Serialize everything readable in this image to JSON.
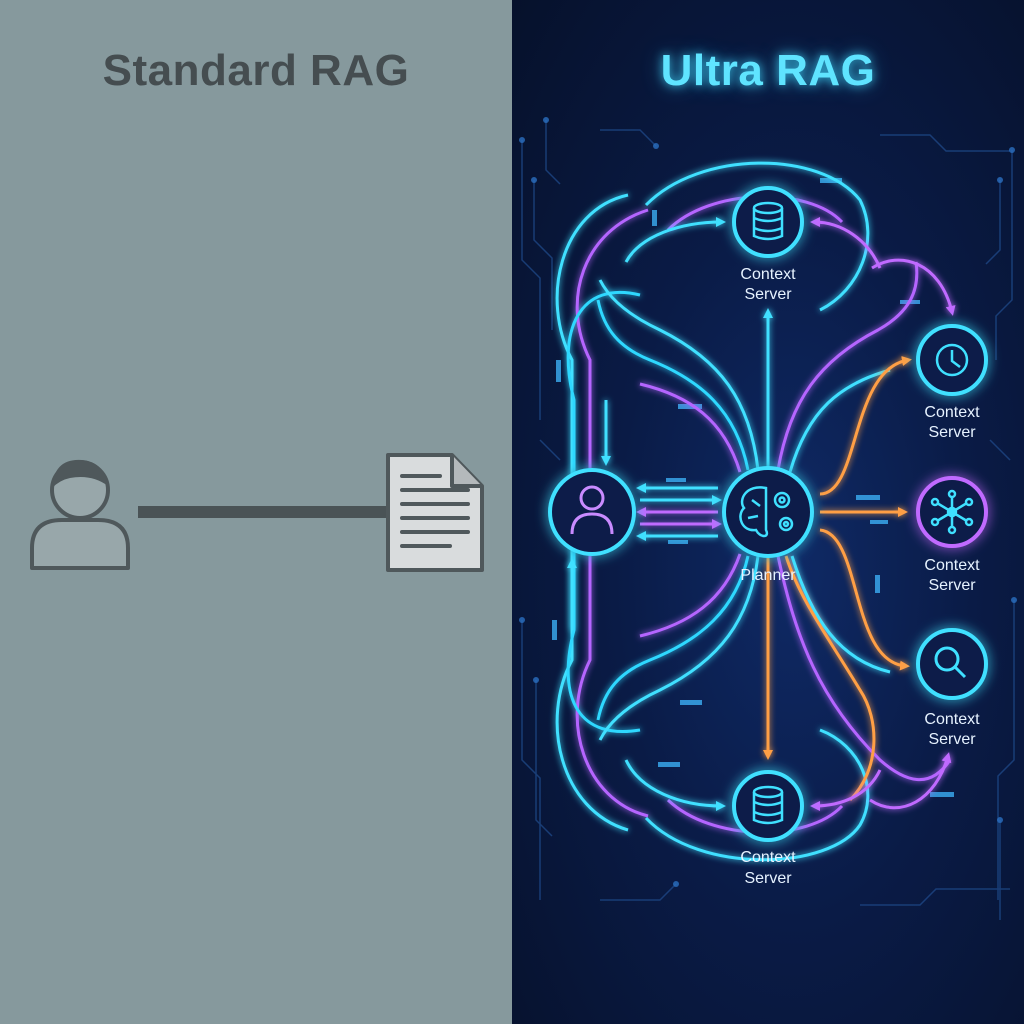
{
  "left_panel": {
    "title": "Standard RAG",
    "bg": "#86999d"
  },
  "right_panel": {
    "title": "Ultra RAG",
    "accent_cyan": "#3fe0ff",
    "accent_violet": "#b565ff",
    "accent_orange": "#ff9f45",
    "nodes": {
      "top": {
        "icon": "database-icon",
        "line1": "Context",
        "line2": "Server"
      },
      "right_1": {
        "icon": "clock-icon",
        "line1": "Context",
        "line2": "Server"
      },
      "right_2": {
        "icon": "network-icon",
        "line1": "Context",
        "line2": "Server"
      },
      "right_3": {
        "icon": "search-icon",
        "line1": "Context",
        "line2": "Server"
      },
      "bottom": {
        "icon": "database-icon",
        "line1": "Context",
        "line2": "Server"
      },
      "planner": {
        "icon": "brain-gears-icon",
        "label": "Planner"
      },
      "user": {
        "icon": "user-icon"
      }
    }
  }
}
